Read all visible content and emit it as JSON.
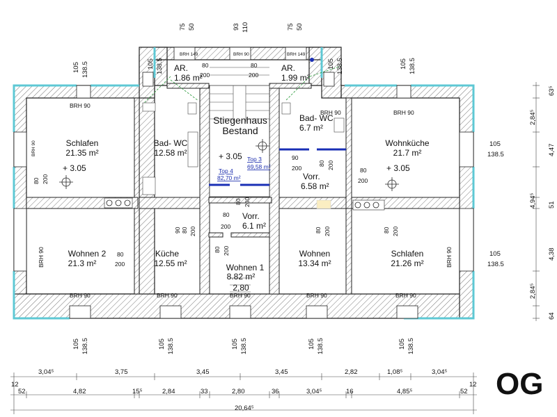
{
  "floor_label": "OG",
  "rooms": [
    {
      "name": "Schlafen",
      "area": "21.35 m²",
      "level": "+ 3.05"
    },
    {
      "name": "Bad- WC",
      "area": "12.58 m²"
    },
    {
      "name": "AR.",
      "area": "1.86 m²"
    },
    {
      "name": "Stiegenhaus",
      "name2": "Bestand",
      "level": "+ 3.05"
    },
    {
      "name": "AR.",
      "area": "1.99 m²"
    },
    {
      "name": "Bad- WC",
      "area": "6.7 m²"
    },
    {
      "name": "Wohnküche",
      "area": "21.7 m²",
      "level": "+ 3.05"
    },
    {
      "name": "Wohnen 2",
      "area": "21.3 m²"
    },
    {
      "name": "Küche",
      "area": "12.55 m²"
    },
    {
      "name": "Vorr.",
      "area": "6.1 m²"
    },
    {
      "name": "Wohnen 1",
      "area": "8.82 m²",
      "extra": "2,80"
    },
    {
      "name": "Vorr.",
      "area": "6.58 m²"
    },
    {
      "name": "Wohnen",
      "area": "13.34 m²"
    },
    {
      "name": "Schlafen",
      "area": "21.26 m²"
    }
  ],
  "units": [
    {
      "name": "Top 3",
      "area": "69,58 m²"
    },
    {
      "name": "Top 4",
      "area": "82,70 m²"
    }
  ],
  "brh": "BRH 90",
  "brh_small": [
    "BRH 149",
    "BRH 90",
    "BRH 149"
  ],
  "door_labels": {
    "d1": [
      "80",
      "200"
    ],
    "d2": [
      "80",
      "200"
    ],
    "d3": [
      "80",
      "200"
    ],
    "d4": [
      "80",
      "200"
    ],
    "d5": [
      "80",
      "200"
    ],
    "d6": [
      "80",
      "200"
    ],
    "d7": [
      "90",
      "200"
    ],
    "d8": [
      "80",
      "200"
    ],
    "d9": [
      "80",
      "200"
    ],
    "d10": [
      "80",
      "200"
    ],
    "d11": [
      "80",
      "200"
    ],
    "d12": [
      "80",
      "200"
    ],
    "d13": [
      "90",
      "200"
    ],
    "d14": [
      "80",
      "200"
    ],
    "d15": [
      "80",
      "200"
    ]
  },
  "window_dims_top": [
    [
      "105",
      "138.5"
    ],
    [
      "75",
      "50"
    ],
    [
      "93",
      "110"
    ],
    [
      "75",
      "50"
    ],
    [
      "105",
      "138.5"
    ],
    [
      "105",
      "138.5"
    ],
    [
      "105",
      "138.5"
    ]
  ],
  "window_dims_bottom": [
    [
      "105",
      "138.5"
    ],
    [
      "105",
      "138.5"
    ],
    [
      "105",
      "138.5"
    ],
    [
      "105",
      "138.5"
    ],
    [
      "105",
      "138.5"
    ]
  ],
  "window_dims_right": [
    [
      "105",
      "138.5"
    ],
    [
      "105",
      "138.5"
    ]
  ],
  "dims_bottom_row1": [
    "3,04⁵",
    "3,75",
    "3,45",
    "3,45",
    "2,82",
    "1,08⁵",
    "3,04⁵"
  ],
  "dims_bottom_row2": [
    "12",
    "52",
    "4,82",
    "15⁵",
    "2,84",
    "33",
    "2,80",
    "36",
    "3,04⁵",
    "16",
    "4,85⁵",
    "52",
    "12"
  ],
  "dims_total": "20,64⁵",
  "dims_right": [
    "63⁵",
    "2,84⁵",
    "4,47",
    "4,94⁵",
    "51",
    "4,38",
    "2,84⁵",
    "64"
  ]
}
